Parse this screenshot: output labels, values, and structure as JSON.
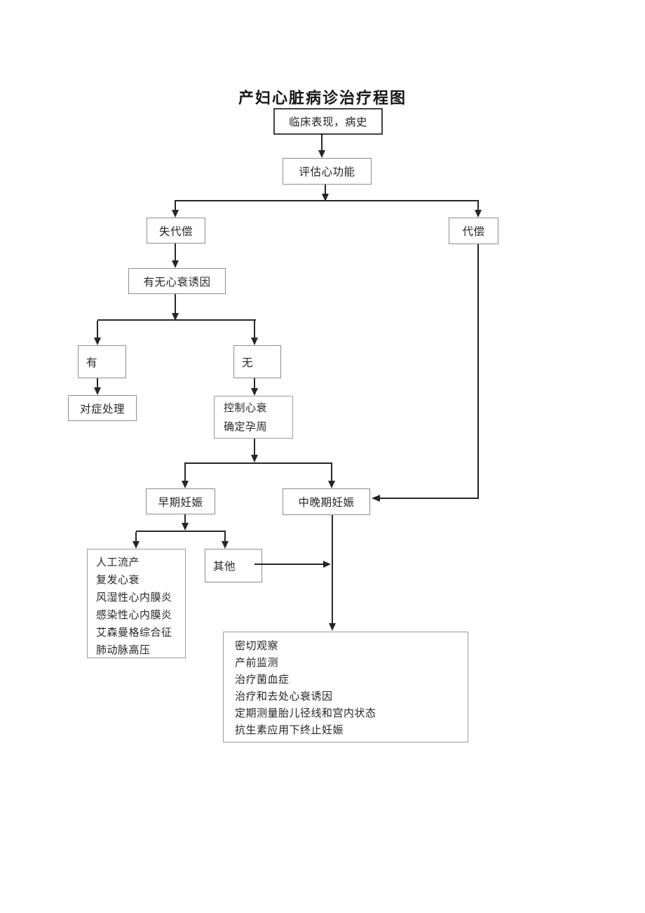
{
  "page": {
    "title": "产妇心脏病诊治疗程图"
  },
  "colors": {
    "line": "#262626",
    "box_border": "#8c8c8c",
    "box_border_strong": "#404040",
    "text": "#1f1f1f",
    "background": "#ffffff"
  },
  "nodes": {
    "clinical": {
      "label": "临床表现，病史"
    },
    "assess": {
      "label": "评估心功能"
    },
    "decompensated": {
      "label": "失代偿"
    },
    "compensated": {
      "label": "代偿"
    },
    "trigger_check": {
      "label": "有无心衰诱因"
    },
    "has_trigger": {
      "label": "有"
    },
    "no_trigger": {
      "label": "无"
    },
    "symptomatic": {
      "label": "对症处理"
    },
    "control": {
      "lines": [
        "控制心衰",
        "确定孕周"
      ]
    },
    "early_pregnancy": {
      "label": "早期妊娠"
    },
    "mid_late_pregnancy": {
      "label": "中晚期妊娠"
    },
    "early_indications": {
      "lines": [
        "人工流产",
        "复发心衰",
        "风湿性心内膜炎",
        "感染性心内膜炎",
        "艾森曼格综合征",
        "肺动脉高压"
      ]
    },
    "other": {
      "label": "其他"
    },
    "management": {
      "lines": [
        "密切观察",
        "产前监测",
        "治疗菌血症",
        "治疗和去处心衰诱因",
        "定期测量胎儿径线和宫内状态",
        "抗生素应用下终止妊娠"
      ]
    }
  }
}
